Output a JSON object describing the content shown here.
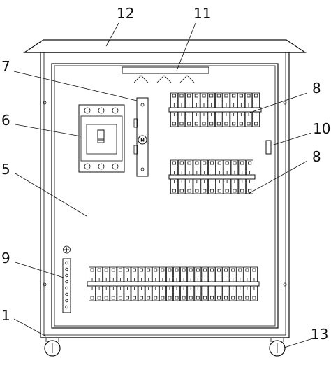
{
  "callouts": {
    "c1": "1",
    "c5": "5",
    "c6": "6",
    "c7": "7",
    "c8a": "8",
    "c8b": "8",
    "c9": "9",
    "c10": "10",
    "c11": "11",
    "c12": "12",
    "c13": "13"
  },
  "neutral_bar_label": "N"
}
